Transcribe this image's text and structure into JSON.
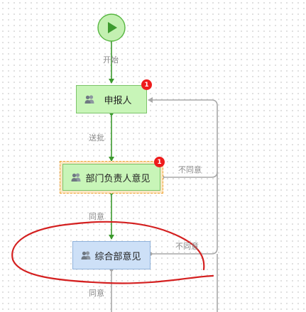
{
  "flow": {
    "start_label": "开始",
    "nodes": [
      {
        "label": "申报人",
        "badge": "1"
      },
      {
        "label": "部门负责人意见",
        "badge": "1"
      },
      {
        "label": "综合部意见"
      }
    ],
    "edges": {
      "submit": "送批",
      "agree_1": "同意",
      "disagree_1": "不同意",
      "disagree_2": "不同意",
      "agree_2": "同意"
    }
  },
  "colors": {
    "flow_line": "#3c9a2e",
    "return_line": "#a8a8a8",
    "start_fill": "#c3f0b1",
    "user_node_fill": "#c8f5b8",
    "review_node_fill": "#cde0f7",
    "selection_border": "#f0a030",
    "badge": "#ee1c1c",
    "annotation_stroke": "#d42020"
  }
}
